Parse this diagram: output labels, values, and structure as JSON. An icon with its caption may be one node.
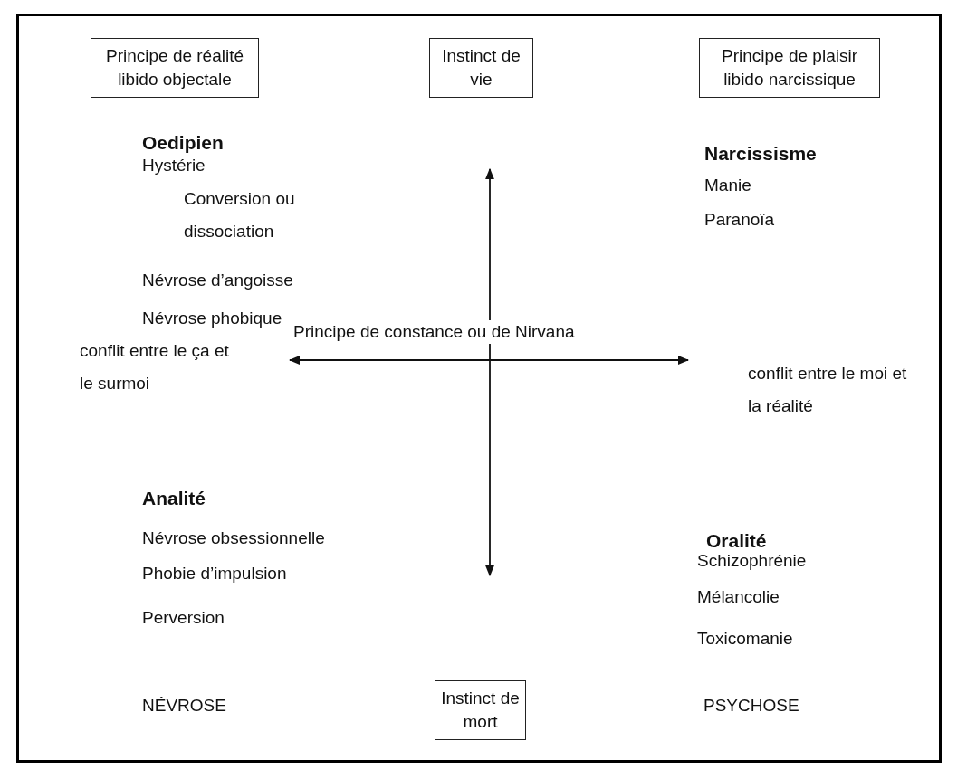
{
  "diagram": {
    "nodes": [
      {
        "text": [
          "Principe de réalité libido objectale"
        ]
      },
      {
        "text": [
          "Instinct de vie"
        ]
      },
      {
        "text": [
          "Principe de plaisir libido narcissique"
        ]
      },
      {
        "text": [
          "Instinct de mort"
        ]
      }
    ],
    "labels": [
      "Oedipien",
      "Hystérie",
      "Conversion ou dissociation",
      "Névrose d’angoisse",
      "Névrose phobique",
      "Narcissisme",
      "Manie",
      "Paranoïa",
      "Principe de constance ou de Nirvana",
      "conflit entre le ça et le surmoi",
      "conflit entre le moi et la réalité",
      "Analité",
      "Névrose obsessionnelle",
      "Phobie d’impulsion",
      "Perversion",
      "Oralité",
      "Schizophrénie",
      "Mélancolie",
      "Toxicomanie",
      "NÉVROSE",
      "PSYCHOSE"
    ]
  }
}
